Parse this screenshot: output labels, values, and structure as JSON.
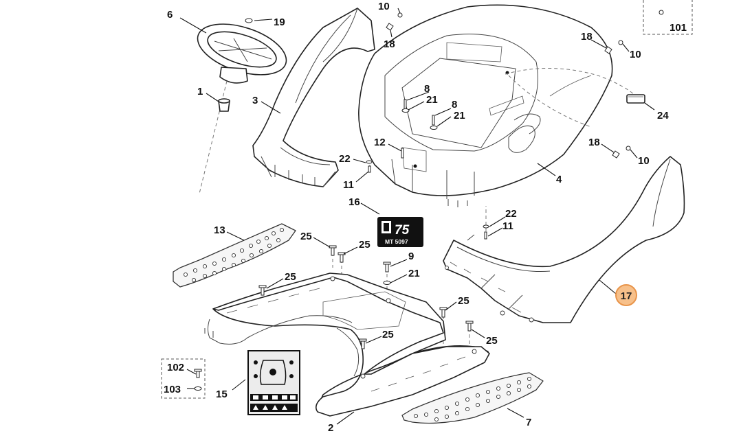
{
  "callouts": {
    "c1": "1",
    "c2": "2",
    "c3": "3",
    "c4": "4",
    "c6": "6",
    "c7": "7",
    "c8a": "8",
    "c8b": "8",
    "c9": "9",
    "c10a": "10",
    "c10b": "10",
    "c10c": "10",
    "c11a": "11",
    "c11b": "11",
    "c12": "12",
    "c13": "13",
    "c15": "15",
    "c16": "16",
    "c17": "17",
    "c18a": "18",
    "c18b": "18",
    "c18c": "18",
    "c19": "19",
    "c21a": "21",
    "c21b": "21",
    "c21c": "21",
    "c22a": "22",
    "c22b": "22",
    "c24": "24",
    "c25a": "25",
    "c25b": "25",
    "c25c": "25",
    "c25d": "25",
    "c25e": "25",
    "c25f": "25",
    "c101": "101",
    "c102": "102",
    "c103": "103"
  },
  "decal16": {
    "logo": "75",
    "code": "MT 5097"
  },
  "highlight": {
    "part": "17",
    "fill": "#f7c08a",
    "stroke": "#e8944a"
  },
  "colors": {
    "line": "#222222",
    "background": "#ffffff"
  }
}
